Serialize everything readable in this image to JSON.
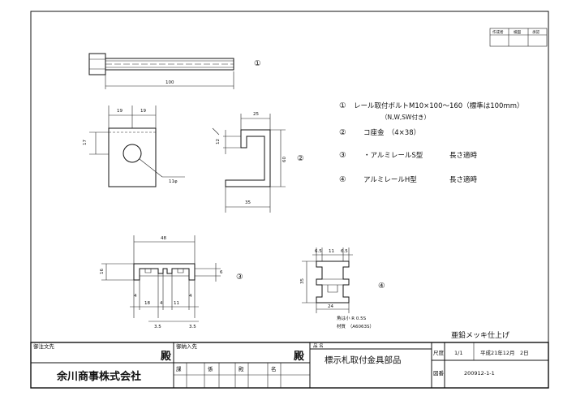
{
  "specs": [
    {
      "num": "①",
      "text": "レール取付ボルトM10×100～160（標準は100mm）",
      "sub": "（N,W,SW付き）"
    },
    {
      "num": "②",
      "text": "コ座金　（4×38）"
    },
    {
      "num": "③",
      "text": "・アルミレールS型",
      "extra": "長さ適時"
    },
    {
      "num": "④",
      "text": "アルミレールH型",
      "extra": "長さ適時"
    }
  ],
  "callouts": {
    "c1": "①",
    "c2": "②",
    "c3": "③",
    "c4": "④"
  },
  "dims": {
    "bolt_length": "100",
    "washer_w1": "19",
    "washer_w2": "19",
    "washer_h": "17",
    "washer_hole": "11φ",
    "channel_w": "25",
    "channel_lip": "12",
    "channel_h": "60",
    "channel_base": "35",
    "srail_w": "48",
    "srail_h": "16",
    "srail_slot": "6",
    "srail_b1": "4",
    "srail_b2": "18",
    "srail_b3": "4",
    "srail_b4": "11",
    "srail_b5": "4",
    "srail_t1": "3.5",
    "srail_t2": "3.5",
    "hrail_t1": "6.5",
    "hrail_t2": "11",
    "hrail_t3": "6.5",
    "hrail_h": "35",
    "hrail_w": "24",
    "hrail_note1": "角は小 R 0.5S",
    "hrail_note2": "材質　（A6063S）"
  },
  "finish_note": "亜鉛メッキ仕上げ",
  "title_block": {
    "label_orderer": "御注文先",
    "label_delivery": "御納入先",
    "honorific": "殿",
    "company": "余川商事株式会社",
    "cell_a": "課",
    "cell_b": "係",
    "cell_c": "殿",
    "cell_d": "名",
    "label_product": "品 名",
    "product_name": "標示札取付金具部品",
    "label_scale": "尺度",
    "scale": "1/1",
    "date": "平成21年12月　2日",
    "label_drawing": "図番",
    "drawing_no": "200912-1-1"
  },
  "revision_box": {
    "h1": "作成者",
    "h2": "検図",
    "h3": "承認"
  }
}
